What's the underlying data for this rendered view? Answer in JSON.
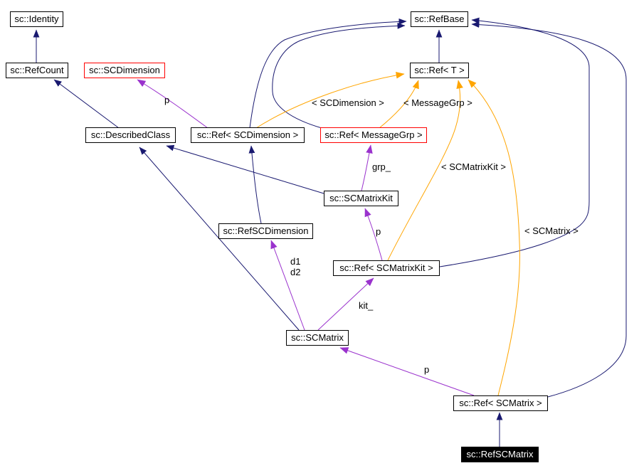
{
  "diagram": {
    "kind": "class collaboration graph",
    "focus_class": "sc::RefSCMatrix",
    "colors": {
      "background": "#ffffff",
      "inheritance_edge": "#191970",
      "usage_edge": "#9a32cd",
      "template_edge": "#ffa500",
      "node_border": "#000000",
      "truncated_node_border": "#ff0000",
      "focus_node_background": "#000000",
      "focus_node_text": "#ffffff"
    },
    "nodes": {
      "identity": {
        "label": "sc::Identity"
      },
      "refcount": {
        "label": "sc::RefCount"
      },
      "scdimension": {
        "label": "sc::SCDimension"
      },
      "refbase": {
        "label": "sc::RefBase"
      },
      "ref_t": {
        "label": "sc::Ref< T >"
      },
      "describedclass": {
        "label": "sc::DescribedClass"
      },
      "ref_scdimension": {
        "label": "sc::Ref< SCDimension >"
      },
      "ref_messagegrp": {
        "label": "sc::Ref< MessageGrp >"
      },
      "scmatrixkit": {
        "label": "sc::SCMatrixKit"
      },
      "refscdimension": {
        "label": "sc::RefSCDimension"
      },
      "ref_scmatrixkit": {
        "label": "sc::Ref< SCMatrixKit >"
      },
      "scmatrix": {
        "label": "sc::SCMatrix"
      },
      "ref_scmatrix": {
        "label": "sc::Ref< SCMatrix >"
      },
      "refscmatrix": {
        "label": "sc::RefSCMatrix"
      }
    },
    "edge_labels": {
      "p_scdimension": {
        "text": "p"
      },
      "tpl_scdimension": {
        "text": "< SCDimension >"
      },
      "tpl_messagegrp": {
        "text": "< MessageGrp >"
      },
      "grp": {
        "text": "grp_"
      },
      "tpl_scmatrixkit": {
        "text": "< SCMatrixKit >"
      },
      "p_scmatrixkit": {
        "text": "p"
      },
      "tpl_scmatrix": {
        "text": "< SCMatrix >"
      },
      "d1": {
        "text": "d1"
      },
      "d2": {
        "text": "d2"
      },
      "kit": {
        "text": "kit_"
      },
      "p_scmatrix": {
        "text": "p"
      }
    },
    "edges": [
      {
        "from": "sc::RefCount",
        "to": "sc::Identity",
        "type": "inheritance"
      },
      {
        "from": "sc::DescribedClass",
        "to": "sc::RefCount",
        "type": "inheritance"
      },
      {
        "from": "sc::Ref< T >",
        "to": "sc::RefBase",
        "type": "inheritance"
      },
      {
        "from": "sc::Ref< SCDimension >",
        "to": "sc::RefBase",
        "type": "inheritance"
      },
      {
        "from": "sc::Ref< MessageGrp >",
        "to": "sc::RefBase",
        "type": "inheritance"
      },
      {
        "from": "sc::Ref< SCMatrixKit >",
        "to": "sc::RefBase",
        "type": "inheritance"
      },
      {
        "from": "sc::Ref< SCMatrix >",
        "to": "sc::RefBase",
        "type": "inheritance"
      },
      {
        "from": "sc::RefSCDimension",
        "to": "sc::Ref< SCDimension >",
        "type": "inheritance"
      },
      {
        "from": "sc::SCMatrixKit",
        "to": "sc::DescribedClass",
        "type": "inheritance"
      },
      {
        "from": "sc::SCMatrix",
        "to": "sc::DescribedClass",
        "type": "inheritance"
      },
      {
        "from": "sc::RefSCMatrix",
        "to": "sc::Ref< SCMatrix >",
        "type": "inheritance"
      },
      {
        "from": "sc::Ref< SCDimension >",
        "to": "sc::SCDimension",
        "type": "usage",
        "label": "p"
      },
      {
        "from": "sc::SCMatrixKit",
        "to": "sc::Ref< MessageGrp >",
        "type": "usage",
        "label": "grp_"
      },
      {
        "from": "sc::Ref< SCMatrixKit >",
        "to": "sc::SCMatrixKit",
        "type": "usage",
        "label": "p"
      },
      {
        "from": "sc::SCMatrix",
        "to": "sc::Ref< SCMatrixKit >",
        "type": "usage",
        "label": "kit_"
      },
      {
        "from": "sc::SCMatrix",
        "to": "sc::RefSCDimension",
        "type": "usage",
        "label": "d1 d2"
      },
      {
        "from": "sc::Ref< SCMatrix >",
        "to": "sc::SCMatrix",
        "type": "usage",
        "label": "p"
      },
      {
        "from": "sc::Ref< SCDimension >",
        "to": "sc::Ref< T >",
        "type": "template-instance",
        "label": "< SCDimension >"
      },
      {
        "from": "sc::Ref< MessageGrp >",
        "to": "sc::Ref< T >",
        "type": "template-instance",
        "label": "< MessageGrp >"
      },
      {
        "from": "sc::Ref< SCMatrixKit >",
        "to": "sc::Ref< T >",
        "type": "template-instance",
        "label": "< SCMatrixKit >"
      },
      {
        "from": "sc::Ref< SCMatrix >",
        "to": "sc::Ref< T >",
        "type": "template-instance",
        "label": "< SCMatrix >"
      }
    ]
  }
}
